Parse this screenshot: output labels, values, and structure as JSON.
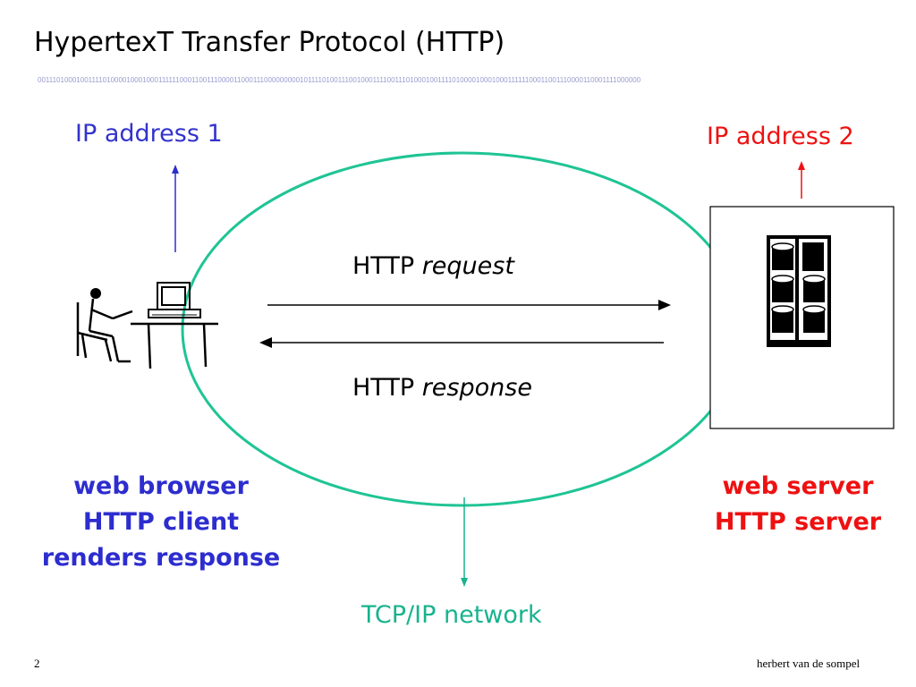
{
  "title": "HypertexT Transfer Protocol (HTTP)",
  "binary_strip": "0011101000100111101000010001000111111000110011100001100011100000000010111101001110010001111001110100010011110100001000100011111100011001110000110001111000000",
  "client": {
    "ip_label": "IP address 1",
    "roles": [
      "web browser",
      "HTTP client",
      "renders response"
    ]
  },
  "server": {
    "ip_label": "IP address 2",
    "roles": [
      "web server",
      "HTTP server"
    ]
  },
  "request": {
    "prefix": "HTTP",
    "word": "request"
  },
  "response": {
    "prefix": "HTTP",
    "word": "response"
  },
  "network_label": "TCP/IP network",
  "footer": {
    "page_number": "2",
    "author": "herbert van de sompel"
  },
  "colors": {
    "client_blue": "#2d2dcf",
    "server_red": "#ee1111",
    "network_green": "#17b38e",
    "binary_gray": "#9b9bd0"
  }
}
